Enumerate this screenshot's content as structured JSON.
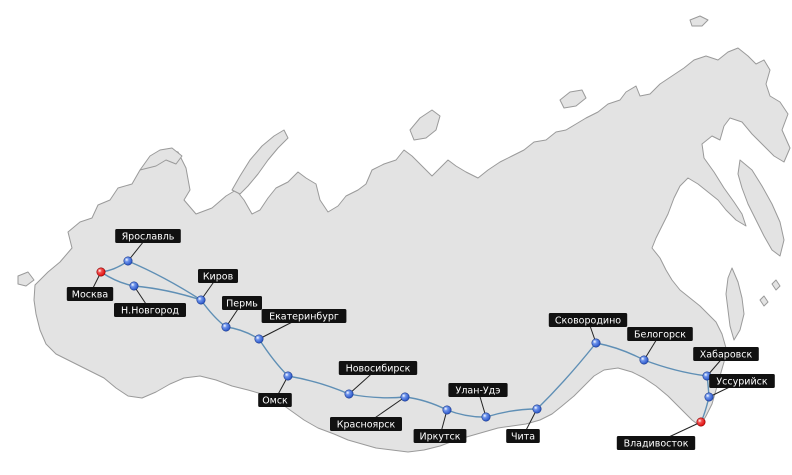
{
  "map": {
    "colors": {
      "land": "#e3e3e3",
      "border": "#9a9a9a",
      "route": "#5f8fb5",
      "station": "#2c56c8",
      "terminal": "#e01010",
      "label_bg": "#111111",
      "label_text": "#ffffff"
    },
    "cities": [
      {
        "id": "moskva",
        "name": "Москва",
        "terminal": true
      },
      {
        "id": "yaroslavl",
        "name": "Ярославль",
        "terminal": false
      },
      {
        "id": "nnovgorod",
        "name": "Н.Новгород",
        "terminal": false
      },
      {
        "id": "kirov",
        "name": "Киров",
        "terminal": false
      },
      {
        "id": "perm",
        "name": "Пермь",
        "terminal": false
      },
      {
        "id": "ekaterinburg",
        "name": "Екатеринбург",
        "terminal": false
      },
      {
        "id": "omsk",
        "name": "Омск",
        "terminal": false
      },
      {
        "id": "novosibirsk",
        "name": "Новосибирск",
        "terminal": false
      },
      {
        "id": "krasnoyarsk",
        "name": "Красноярск",
        "terminal": false
      },
      {
        "id": "irkutsk",
        "name": "Иркутск",
        "terminal": false
      },
      {
        "id": "ulanude",
        "name": "Улан-Удэ",
        "terminal": false
      },
      {
        "id": "chita",
        "name": "Чита",
        "terminal": false
      },
      {
        "id": "skovorodino",
        "name": "Сковородино",
        "terminal": false
      },
      {
        "id": "belogorsk",
        "name": "Белогорск",
        "terminal": false
      },
      {
        "id": "khabarovsk",
        "name": "Хабаровск",
        "terminal": false
      },
      {
        "id": "ussuriysk",
        "name": "Уссурийск",
        "terminal": false
      },
      {
        "id": "vladivostok",
        "name": "Владивосток",
        "terminal": true
      }
    ]
  }
}
